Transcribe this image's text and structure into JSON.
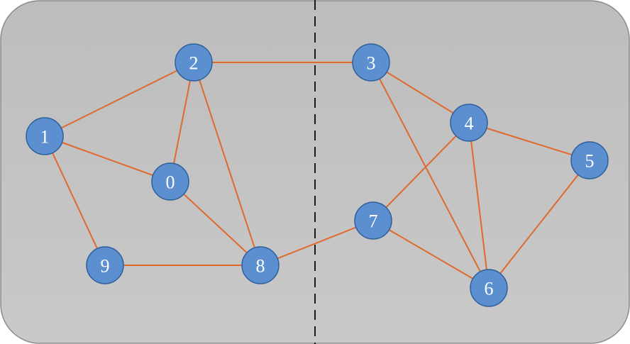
{
  "graph": {
    "colors": {
      "panel_top": "#bdbdbd",
      "panel_bottom": "#c9c9c9",
      "panel_border": "#8a8a8a",
      "edge": "#e0692e",
      "node_fill": "#5b8fcf",
      "node_stroke": "#2f5f9a",
      "node_label": "#ffffff",
      "divider": "#1a1a1a"
    },
    "nodes": [
      {
        "id": "0",
        "label": "0"
      },
      {
        "id": "1",
        "label": "1"
      },
      {
        "id": "2",
        "label": "2"
      },
      {
        "id": "3",
        "label": "3"
      },
      {
        "id": "4",
        "label": "4"
      },
      {
        "id": "5",
        "label": "5"
      },
      {
        "id": "6",
        "label": "6"
      },
      {
        "id": "7",
        "label": "7"
      },
      {
        "id": "8",
        "label": "8"
      },
      {
        "id": "9",
        "label": "9"
      }
    ],
    "edges": [
      [
        "1",
        "2"
      ],
      [
        "1",
        "0"
      ],
      [
        "1",
        "9"
      ],
      [
        "2",
        "0"
      ],
      [
        "2",
        "8"
      ],
      [
        "2",
        "3"
      ],
      [
        "0",
        "8"
      ],
      [
        "9",
        "8"
      ],
      [
        "8",
        "7"
      ],
      [
        "3",
        "4"
      ],
      [
        "3",
        "6"
      ],
      [
        "4",
        "5"
      ],
      [
        "4",
        "7"
      ],
      [
        "4",
        "6"
      ],
      [
        "5",
        "6"
      ],
      [
        "7",
        "6"
      ]
    ],
    "divider": {
      "style": "dashed"
    }
  }
}
